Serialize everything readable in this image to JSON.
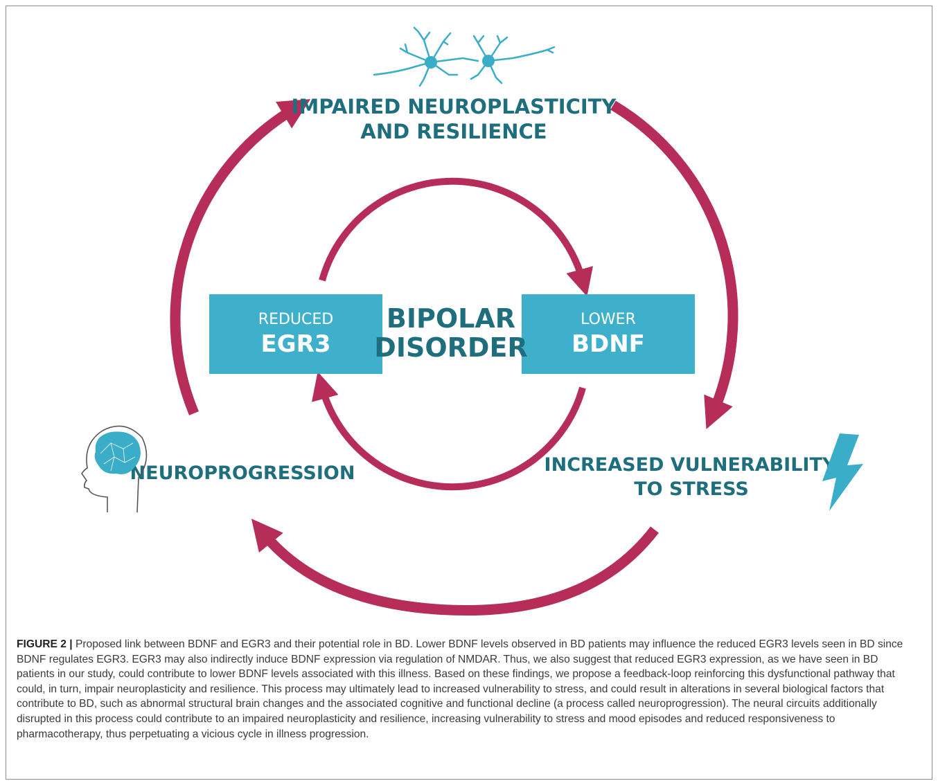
{
  "diagram": {
    "top_label_line1": "IMPAIRED NEUROPLASTICITY",
    "top_label_line2": "AND RESILIENCE",
    "center_line1": "BIPOLAR",
    "center_line2": "DISORDER",
    "left_box_small": "REDUCED",
    "left_box_big": "EGR3",
    "right_box_small": "LOWER",
    "right_box_big": "BDNF",
    "right_label_line1": "INCREASED VULNERABILITY",
    "right_label_line2": "TO STRESS",
    "left_label": "NEUROPROGRESSION",
    "icons": [
      "neurons-icon",
      "brain-head-icon",
      "lightning-bolt-icon"
    ],
    "colors": {
      "arrow": "#b72d5a",
      "box": "#3fb0cc",
      "heading": "#1f6e7d",
      "icon": "#3aaec9"
    }
  },
  "caption": {
    "label": "FIGURE 2 |",
    "text": " Proposed link between BDNF and EGR3 and their potential role in BD. Lower BDNF levels observed in BD patients may influence the reduced EGR3 levels seen in BD since BDNF regulates EGR3. EGR3 may also indirectly induce BDNF expression via regulation of NMDAR. Thus, we also suggest that reduced EGR3 expression, as we have seen in BD patients in our study, could contribute to lower BDNF levels associated with this illness. Based on these findings, we propose a feedback-loop reinforcing this dysfunctional pathway that could, in turn, impair neuroplasticity and resilience. This process may ultimately lead to increased vulnerability to stress, and could result in alterations in several biological factors that contribute to BD, such as abnormal structural brain changes and the associated cognitive and functional decline (a process called neuroprogression). The neural circuits additionally disrupted in this process could contribute to an impaired neuroplasticity and resilience, increasing vulnerability to stress and mood episodes and reduced responsiveness to pharmacotherapy, thus perpetuating a vicious cycle in illness progression."
  }
}
